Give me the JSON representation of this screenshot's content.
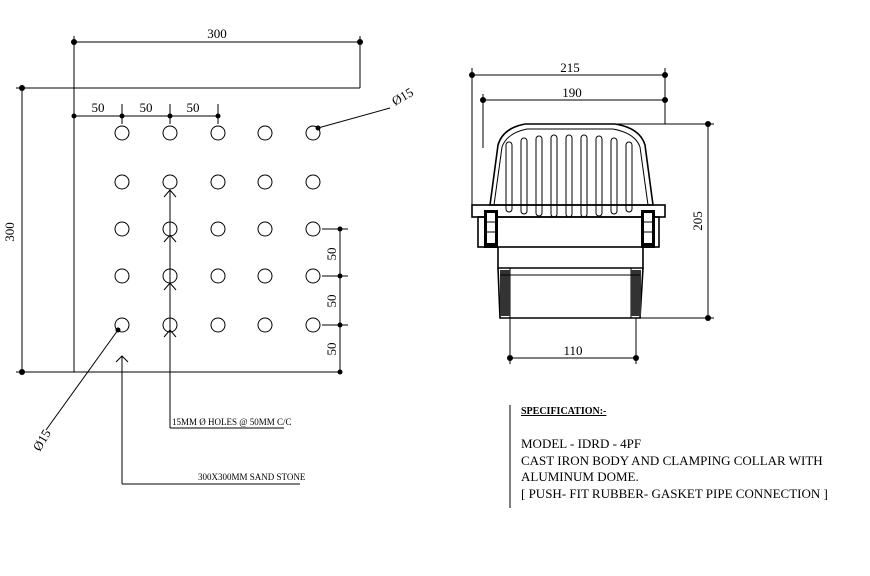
{
  "plan": {
    "width_dim": "300",
    "height_dim": "300",
    "spacing": [
      "50",
      "50",
      "50"
    ],
    "hole_dia_top": "Ø15",
    "hole_dia_bottom": "Ø15",
    "right_spacing": [
      "50",
      "50",
      "50"
    ],
    "holes_note": "15MM Ø HOLES @ 50MM C/C",
    "stone_note": "300X300MM SAND STONE"
  },
  "drain": {
    "outer_width": "215",
    "inner_width": "190",
    "height": "205",
    "pipe_width": "110"
  },
  "spec": {
    "heading": "SPECIFICATION:-",
    "model": "MODEL  - IDRD - 4PF",
    "line1": "CAST IRON BODY AND CLAMPING COLLAR WITH",
    "line2": "ALUMINUM DOME.",
    "line3": "[ PUSH- FIT RUBBER-  GASKET PIPE CONNECTION ]"
  }
}
